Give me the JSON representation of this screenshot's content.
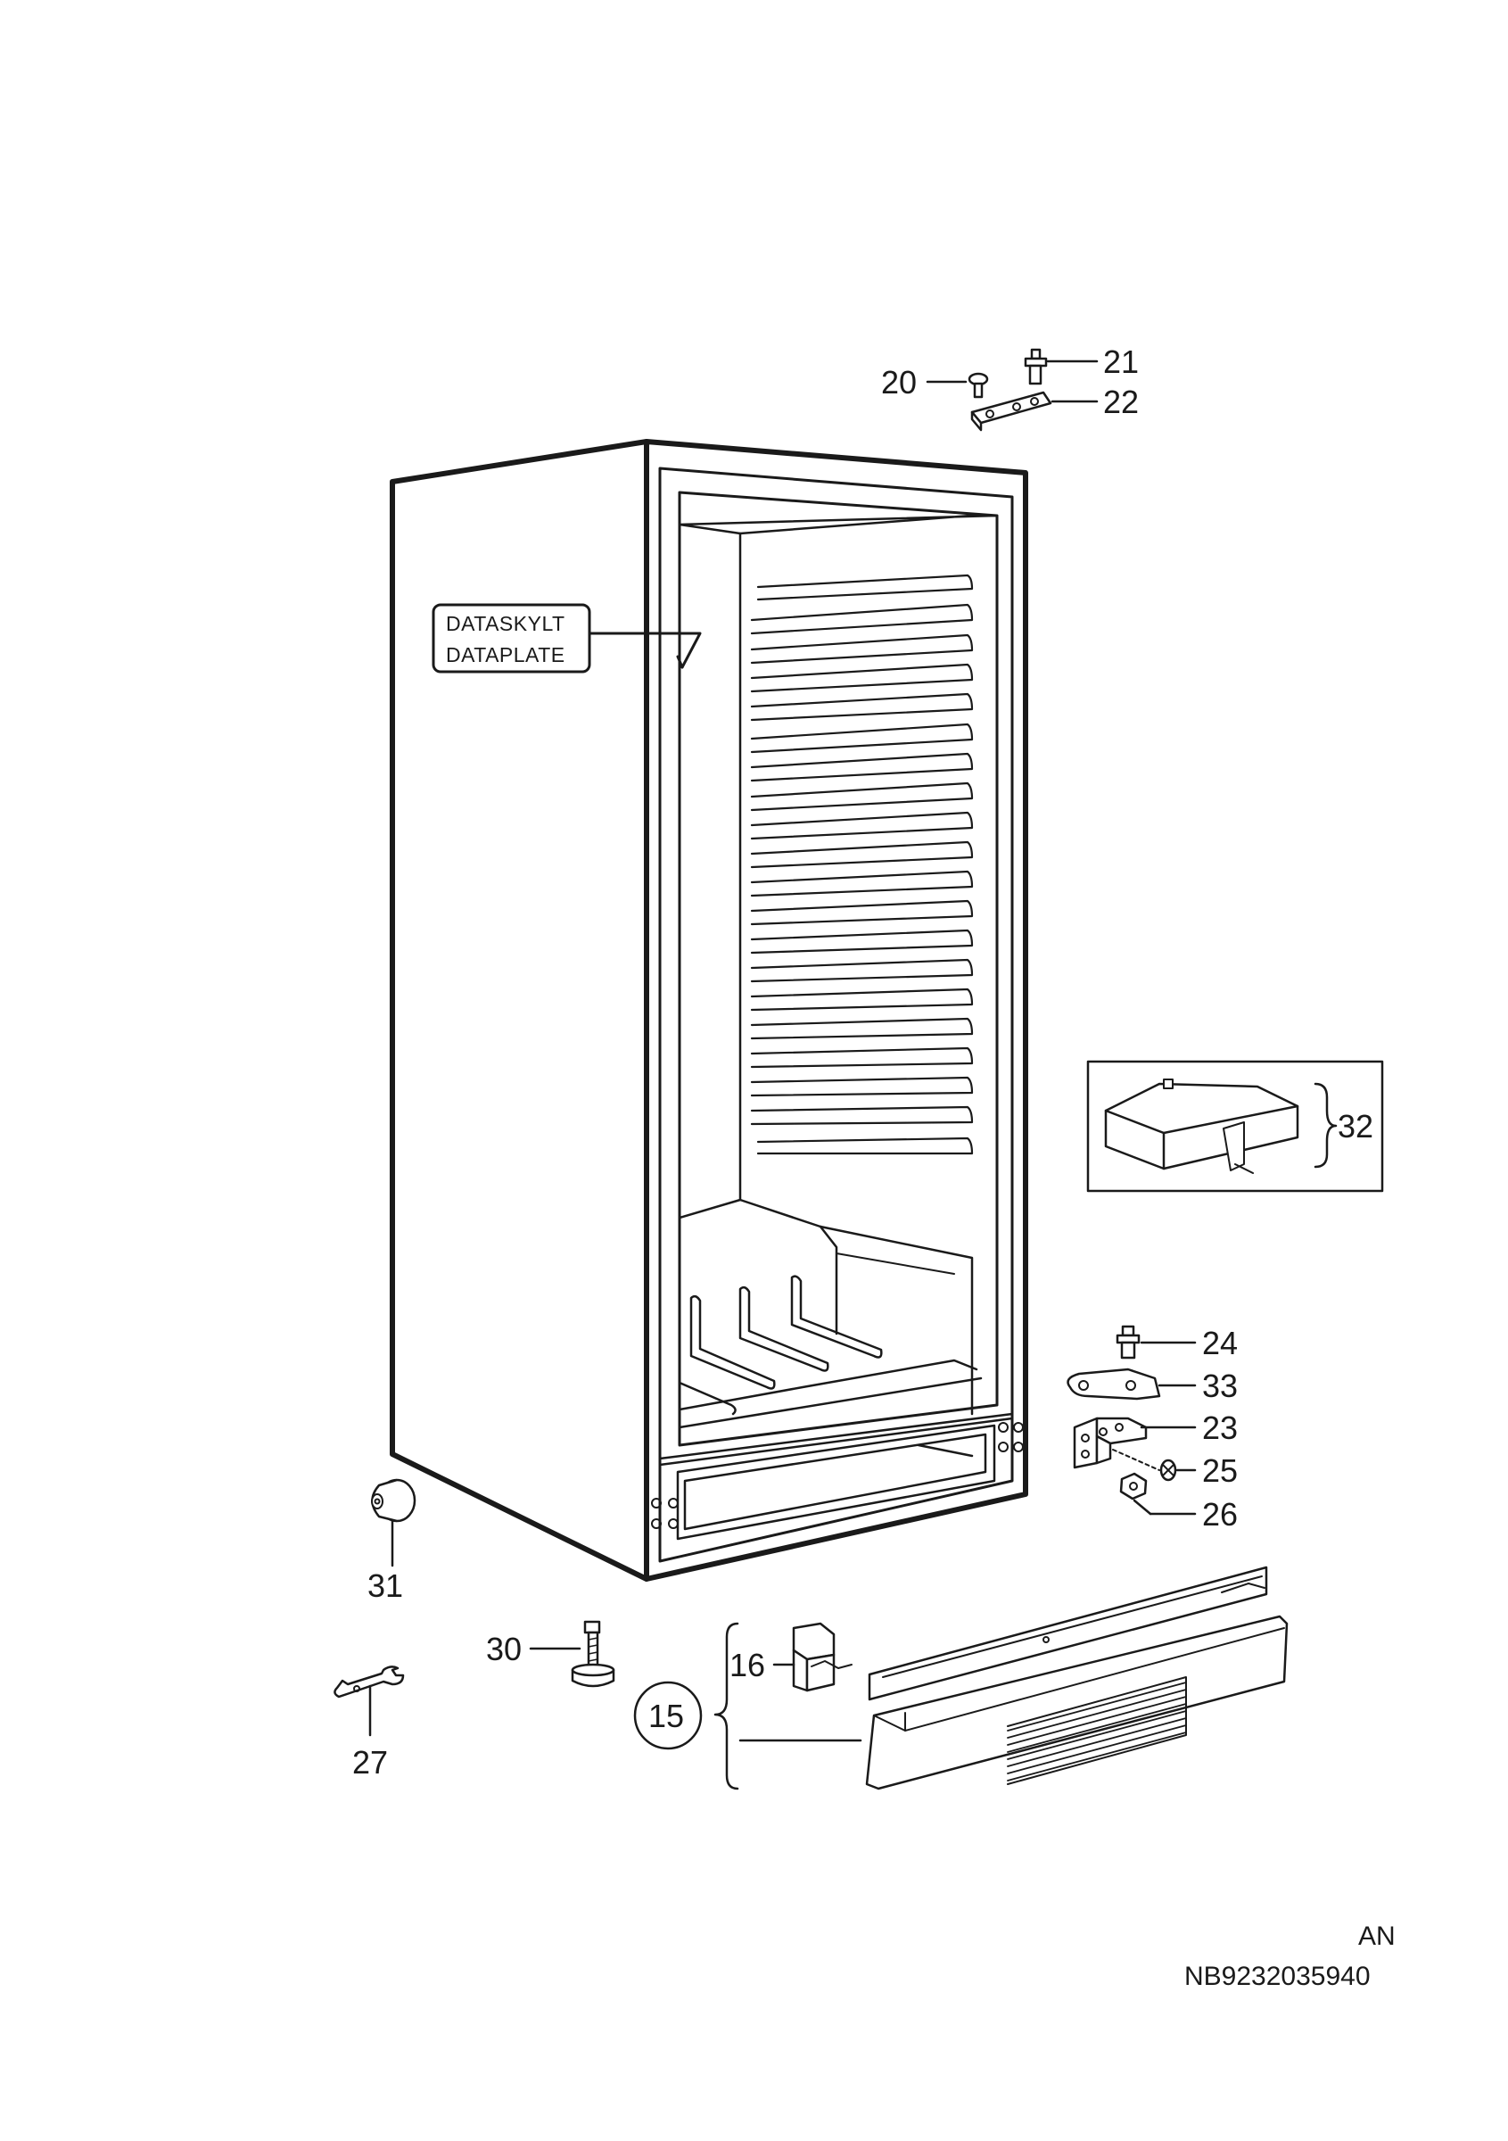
{
  "diagram": {
    "plate_label": [
      "DATASKYLT",
      "DATAPLATE"
    ],
    "callouts": {
      "p20": "20",
      "p21": "21",
      "p22": "22",
      "p23": "23",
      "p24": "24",
      "p25": "25",
      "p26": "26",
      "p27": "27",
      "p30": "30",
      "p31": "31",
      "p32": "32",
      "p33": "33",
      "p16": "16",
      "p15": "15"
    },
    "footer": {
      "variant": "AN",
      "doc_number": "NB9232035940"
    }
  }
}
